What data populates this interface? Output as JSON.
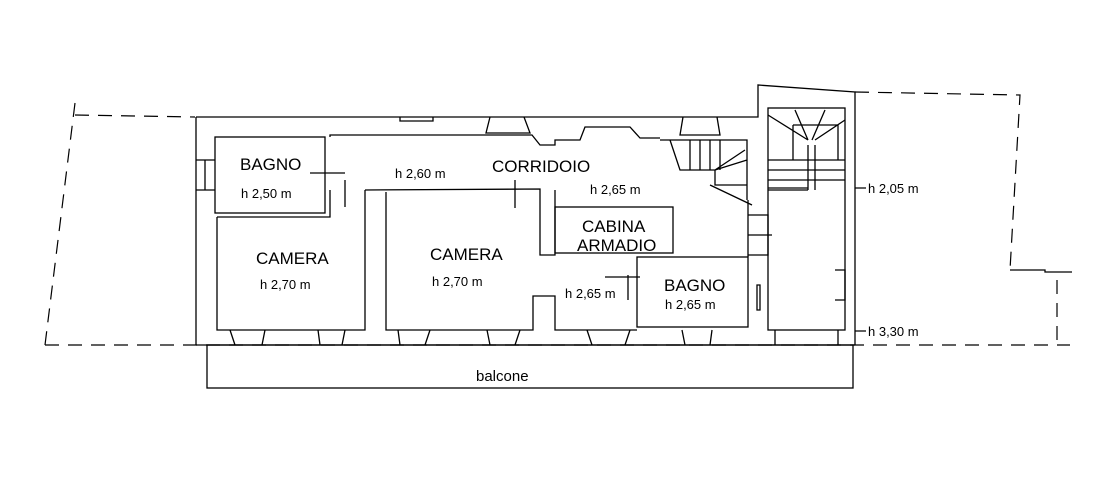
{
  "rooms": [
    {
      "name": "BAGNO",
      "height": "h 2,50 m"
    },
    {
      "name": "CORRIDOIO",
      "height": "h 2,60 m",
      "height2": "h 2,65 m"
    },
    {
      "name": "CAMERA",
      "height": "h 2,70 m"
    },
    {
      "name": "CAMERA",
      "height": "h 2,70 m"
    },
    {
      "name_line1": "CABINA",
      "name_line2": "ARMADIO",
      "height": "h 2,65 m"
    },
    {
      "name": "BAGNO",
      "height": "h 2,65 m"
    }
  ],
  "levels": {
    "upper": "h 2,05 m",
    "lower": "h 3,30 m"
  },
  "balcony": "balcone"
}
